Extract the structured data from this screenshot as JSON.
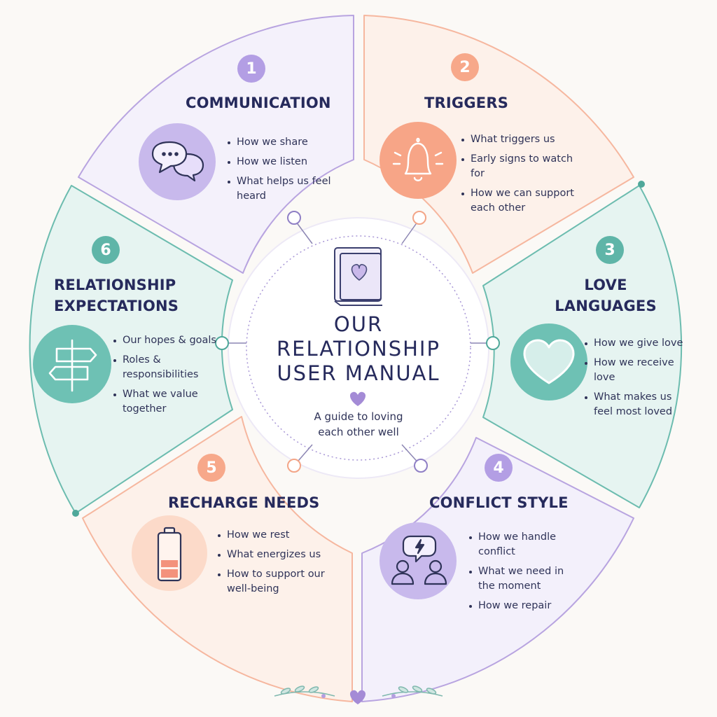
{
  "hub": {
    "title_lines": [
      "OUR",
      "RELATIONSHIP",
      "USER MANUAL"
    ],
    "subtitle_lines": [
      "A guide to loving",
      "each other well"
    ],
    "icon": "heart-book-icon"
  },
  "sections": [
    {
      "number": "1",
      "title_lines": [
        "COMMUNICATION"
      ],
      "bullets": [
        "How we share",
        "How we listen",
        "What helps us feel heard"
      ],
      "icon": "chat-bubbles-icon",
      "accent": "#a48bd6",
      "fill": "#f4f1fb"
    },
    {
      "number": "2",
      "title_lines": [
        "TRIGGERS"
      ],
      "bullets": [
        "What triggers us",
        "Early signs to watch for",
        "How we can support each other"
      ],
      "icon": "alarm-bell-icon",
      "accent": "#f29b7c",
      "fill": "#fdf1ea"
    },
    {
      "number": "3",
      "title_lines": [
        "LOVE",
        "LANGUAGES"
      ],
      "bullets": [
        "How we give love",
        "How we receive love",
        "What makes us feel most loved"
      ],
      "icon": "heart-icon",
      "accent": "#5fb5a8",
      "fill": "#e6f4f1"
    },
    {
      "number": "4",
      "title_lines": [
        "CONFLICT STYLE"
      ],
      "bullets": [
        "How we handle conflict",
        "What we need in the moment",
        "How we repair"
      ],
      "icon": "people-lightning-icon",
      "accent": "#a48bd6",
      "fill": "#f3f0fb"
    },
    {
      "number": "5",
      "title_lines": [
        "RECHARGE NEEDS"
      ],
      "bullets": [
        "How we rest",
        "What energizes us",
        "How to support our well-being"
      ],
      "icon": "battery-icon",
      "accent": "#f29b7c",
      "fill": "#fdf1ea"
    },
    {
      "number": "6",
      "title_lines": [
        "RELATIONSHIP",
        "EXPECTATIONS"
      ],
      "bullets": [
        "Our hopes & goals",
        "Roles & responsibilities",
        "What we value together"
      ],
      "icon": "signpost-icon",
      "accent": "#5fb5a8",
      "fill": "#e6f4f1"
    }
  ],
  "colors": {
    "navy": "#262a5c",
    "purple": "#a48bd6",
    "peach": "#f29b7c",
    "teal": "#5fb5a8",
    "background": "#fbf9f6"
  }
}
